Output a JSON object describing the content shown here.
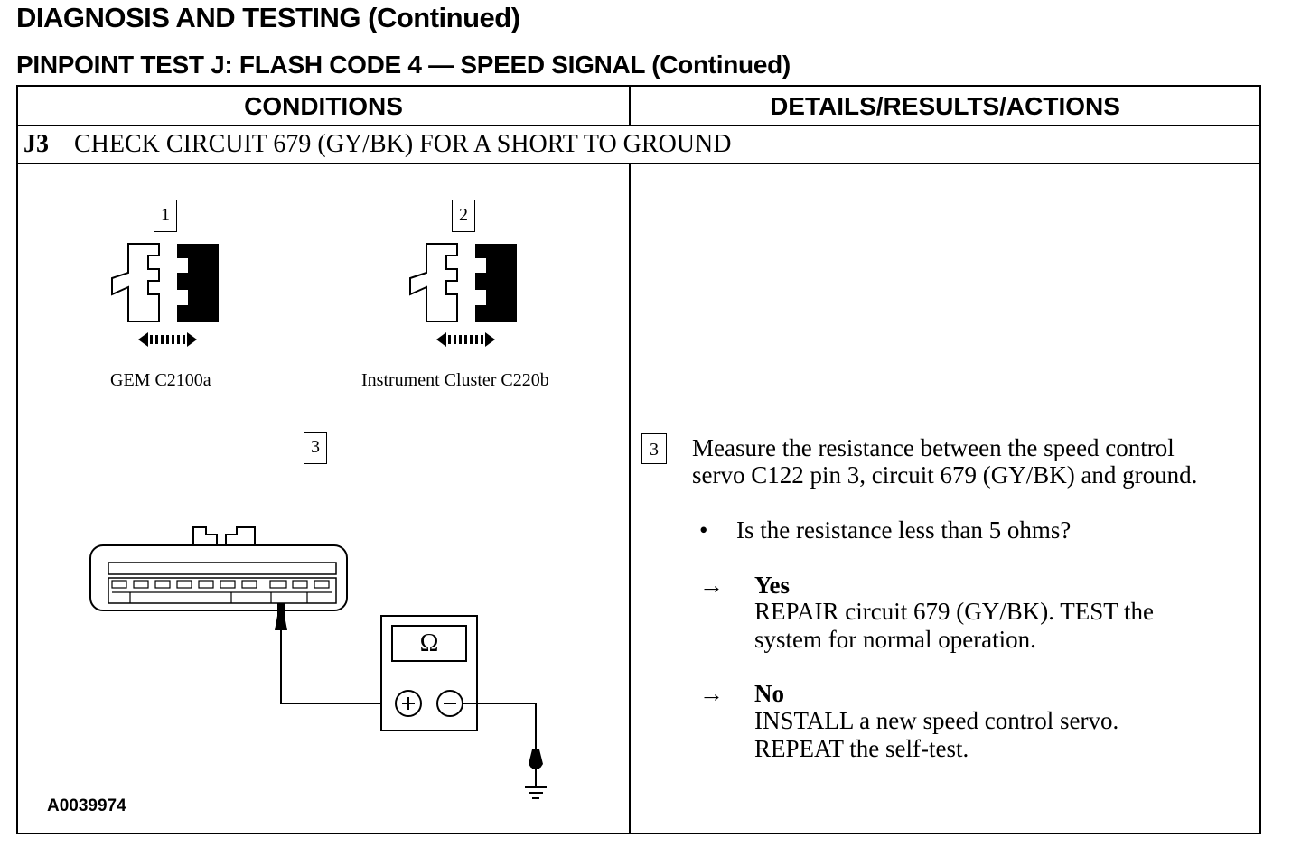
{
  "header": {
    "page_title": "DIAGNOSIS AND TESTING (Continued)",
    "test_title": "PINPOINT TEST J:  FLASH CODE 4 — SPEED SIGNAL (Continued)"
  },
  "table": {
    "col_conditions": "CONDITIONS",
    "col_details": "DETAILS/RESULTS/ACTIONS",
    "step_number": "J3",
    "step_title": "CHECK CIRCUIT 679 (GY/BK) FOR A SHORT TO GROUND"
  },
  "figure": {
    "callout_1": "1",
    "callout_2": "2",
    "callout_3": "3",
    "connector_1_label": "GEM C2100a",
    "connector_2_label": "Instrument Cluster C220b",
    "meter_symbol": "Ω",
    "figure_id": "A0039974"
  },
  "details": {
    "step_callout": "3",
    "instruction_line1": "Measure the resistance between the speed control",
    "instruction_line2": "servo C122 pin 3, circuit 679 (GY/BK) and ground.",
    "bullet": "•",
    "question": "Is the resistance less than 5 ohms?",
    "arrow": "→",
    "yes_label": "Yes",
    "yes_line1": "REPAIR circuit 679 (GY/BK). TEST the",
    "yes_line2": "system for normal operation.",
    "no_label": "No",
    "no_line1": "INSTALL a new speed control servo.",
    "no_line2": "REPEAT the self-test."
  }
}
